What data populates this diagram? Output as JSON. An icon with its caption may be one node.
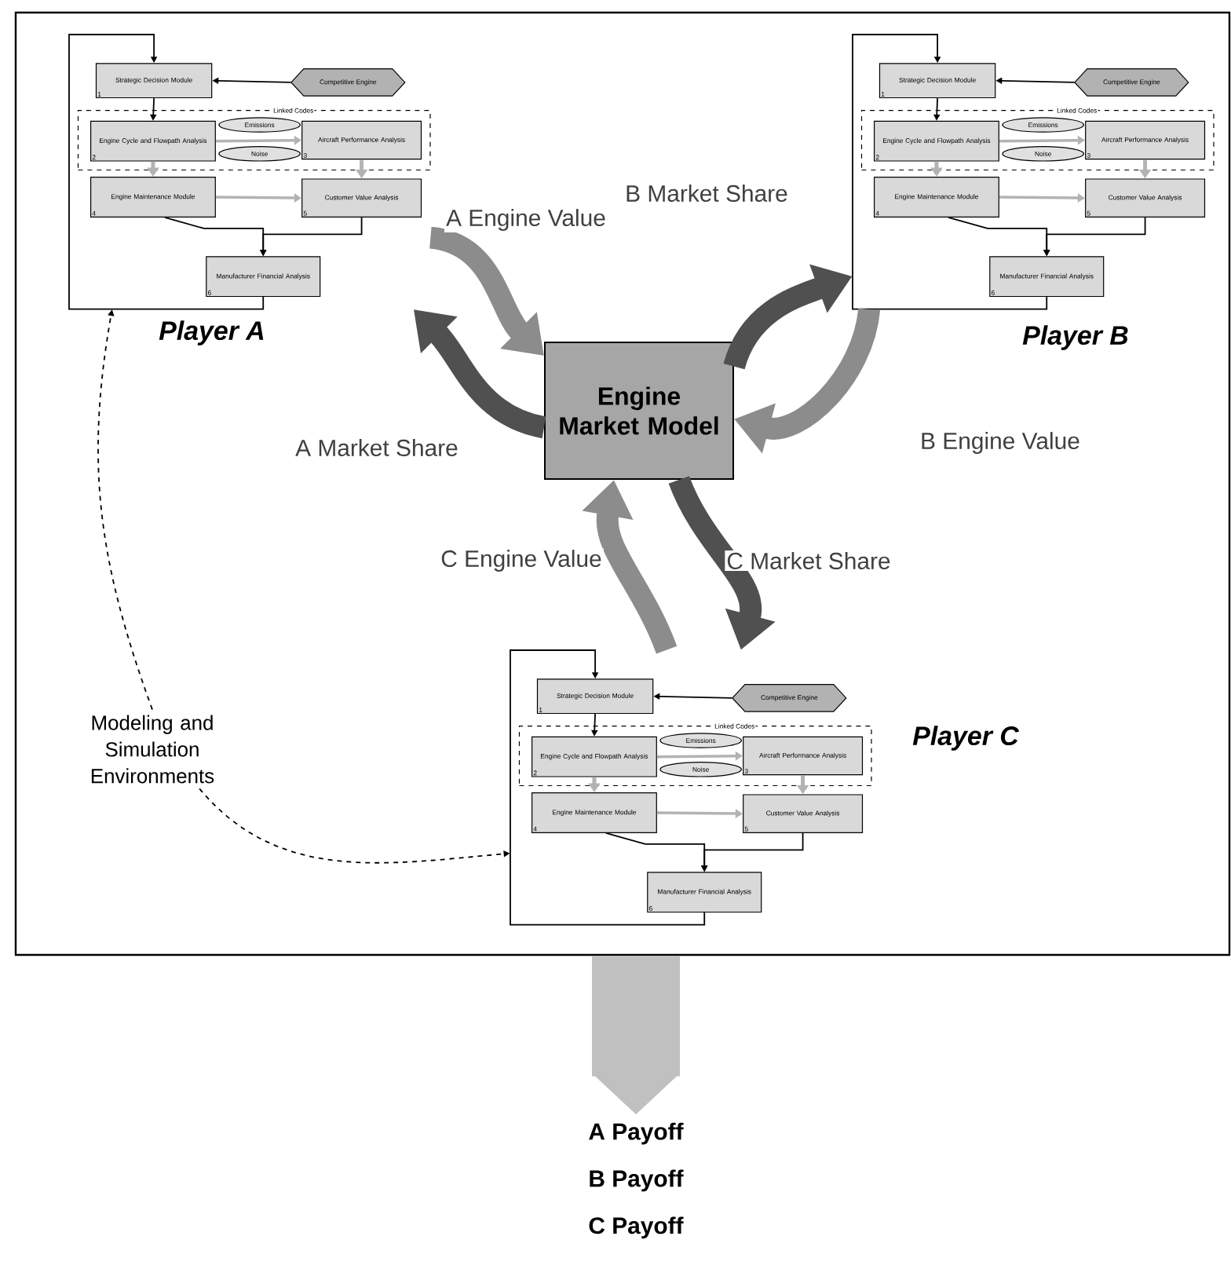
{
  "diagram": {
    "nodes": [
      {
        "text": [],
        "shape": "box"
      },
      {
        "text": [
          "Player A"
        ],
        "in": 0
      },
      {
        "text": [
          "Strategic Decision Module",
          "1"
        ],
        "in": 1
      },
      {
        "text": [
          "Competitive Engine"
        ],
        "in": 1
      },
      {
        "text": [
          "Linked Codes"
        ],
        "in": 1
      },
      {
        "text": [
          "Engine Cycle and Flowpath Analysis",
          "2"
        ],
        "in": 4
      },
      {
        "text": [
          "Emissions"
        ],
        "in": 4
      },
      {
        "text": [
          "Noise"
        ],
        "in": 4
      },
      {
        "text": [
          "Aircraft Performance Analysis",
          "3"
        ],
        "in": 4
      },
      {
        "text": [
          "Engine Maintenance Module",
          "4"
        ],
        "in": 1
      },
      {
        "text": [
          "Customer Value Analysis",
          "5"
        ],
        "in": 1
      },
      {
        "text": [
          "Manufacturer Financial Analysis",
          "6"
        ],
        "in": 1
      },
      {
        "text": [
          "Player B"
        ],
        "in": 0
      },
      {
        "text": [
          "Strategic Decision Module",
          "1"
        ],
        "in": 12
      },
      {
        "text": [
          "Competitive Engine"
        ],
        "in": 12
      },
      {
        "text": [
          "Linked Codes"
        ],
        "in": 12
      },
      {
        "text": [
          "Engine Cycle and Flowpath Analysis",
          "2"
        ],
        "in": 15
      },
      {
        "text": [
          "Emissions"
        ],
        "in": 15
      },
      {
        "text": [
          "Noise"
        ],
        "in": 15
      },
      {
        "text": [
          "Aircraft Performance Analysis",
          "3"
        ],
        "in": 15
      },
      {
        "text": [
          "Engine Maintenance Module",
          "4"
        ],
        "in": 12
      },
      {
        "text": [
          "Customer Value Analysis",
          "5"
        ],
        "in": 12
      },
      {
        "text": [
          "Manufacturer Financial Analysis",
          "6"
        ],
        "in": 12
      },
      {
        "text": [
          "Engine Market Model"
        ],
        "in": 0
      },
      {
        "text": [
          "Player C"
        ],
        "in": 0
      },
      {
        "text": [
          "Strategic Decision Module",
          "1"
        ],
        "in": 24
      },
      {
        "text": [
          "Competitive Engine"
        ],
        "in": 24
      },
      {
        "text": [
          "Linked Codes"
        ],
        "in": 24
      },
      {
        "text": [
          "Engine Cycle and Flowpath Analysis",
          "2"
        ],
        "in": 27
      },
      {
        "text": [
          "Emissions"
        ],
        "in": 27
      },
      {
        "text": [
          "Noise"
        ],
        "in": 27
      },
      {
        "text": [
          "Aircraft Performance Analysis",
          "3"
        ],
        "in": 27
      },
      {
        "text": [
          "Engine Maintenance Module",
          "4"
        ],
        "in": 24
      },
      {
        "text": [
          "Customer Value Analysis",
          "5"
        ],
        "in": 24
      },
      {
        "text": [
          "Manufacturer Financial Analysis",
          "6"
        ],
        "in": 24
      },
      {
        "text": [
          "Modeling and Simulation Environments"
        ],
        "in": 0
      },
      {
        "text": [
          "A Payoff",
          "B Payoff",
          "C Payoff"
        ]
      }
    ],
    "edges": [
      {
        "from": 3,
        "to": 2,
        "arrow": "to"
      },
      {
        "from": 2,
        "to": 5,
        "arrow": "to"
      },
      {
        "from": 5,
        "to": 8,
        "arrow": "to",
        "color": "#b3b3b3"
      },
      {
        "from": 5,
        "to": 9,
        "arrow": "to",
        "color": "#b3b3b3"
      },
      {
        "from": 8,
        "to": 10,
        "arrow": "to",
        "color": "#b3b3b3"
      },
      {
        "from": 9,
        "to": 10,
        "arrow": "to",
        "color": "#b3b3b3"
      },
      {
        "from": 9,
        "to": 11,
        "arrow": "to"
      },
      {
        "from": 10,
        "to": 11,
        "arrow": "to"
      },
      {
        "from": 11,
        "to": 2,
        "arrow": "to"
      },
      {
        "from": 14,
        "to": 13,
        "arrow": "to"
      },
      {
        "from": 13,
        "to": 16,
        "arrow": "to"
      },
      {
        "from": 16,
        "to": 19,
        "arrow": "to",
        "color": "#b3b3b3"
      },
      {
        "from": 16,
        "to": 20,
        "arrow": "to",
        "color": "#b3b3b3"
      },
      {
        "from": 19,
        "to": 21,
        "arrow": "to",
        "color": "#b3b3b3"
      },
      {
        "from": 20,
        "to": 21,
        "arrow": "to",
        "color": "#b3b3b3"
      },
      {
        "from": 20,
        "to": 22,
        "arrow": "to"
      },
      {
        "from": 21,
        "to": 22,
        "arrow": "to"
      },
      {
        "from": 22,
        "to": 13,
        "arrow": "to"
      },
      {
        "from": 26,
        "to": 25,
        "arrow": "to"
      },
      {
        "from": 25,
        "to": 28,
        "arrow": "to"
      },
      {
        "from": 28,
        "to": 31,
        "arrow": "to",
        "color": "#b3b3b3"
      },
      {
        "from": 28,
        "to": 32,
        "arrow": "to",
        "color": "#b3b3b3"
      },
      {
        "from": 31,
        "to": 33,
        "arrow": "to",
        "color": "#b3b3b3"
      },
      {
        "from": 32,
        "to": 33,
        "arrow": "to",
        "color": "#b3b3b3"
      },
      {
        "from": 32,
        "to": 34,
        "arrow": "to"
      },
      {
        "from": 33,
        "to": 34,
        "arrow": "to"
      },
      {
        "from": 34,
        "to": 25,
        "arrow": "to"
      },
      {
        "from": 1,
        "to": 23,
        "label": "A Engine Value",
        "arrow": "to",
        "style": "thick",
        "color": "#8c8c8c"
      },
      {
        "from": 23,
        "to": 1,
        "label": "A Market Share",
        "arrow": "to",
        "style": "thick",
        "color": "#505050"
      },
      {
        "from": 23,
        "to": 12,
        "label": "B Market Share",
        "arrow": "to",
        "style": "thick",
        "color": "#505050"
      },
      {
        "from": 12,
        "to": 23,
        "label": "B Engine Value",
        "arrow": "to",
        "style": "thick",
        "color": "#8c8c8c"
      },
      {
        "from": 24,
        "to": 23,
        "label": "C Engine Value",
        "arrow": "to",
        "style": "thick",
        "color": "#8c8c8c"
      },
      {
        "from": 23,
        "to": 24,
        "label": "C Market Share",
        "arrow": "to",
        "style": "thick",
        "color": "#505050"
      },
      {
        "from": 35,
        "to": 1,
        "arrow": "to",
        "style": "dashed"
      },
      {
        "from": 35,
        "to": 24,
        "arrow": "to",
        "style": "dashed"
      },
      {
        "from": 0,
        "to": 36,
        "arrow": "to",
        "style": "thick",
        "color": "#c0c0c0"
      }
    ]
  }
}
